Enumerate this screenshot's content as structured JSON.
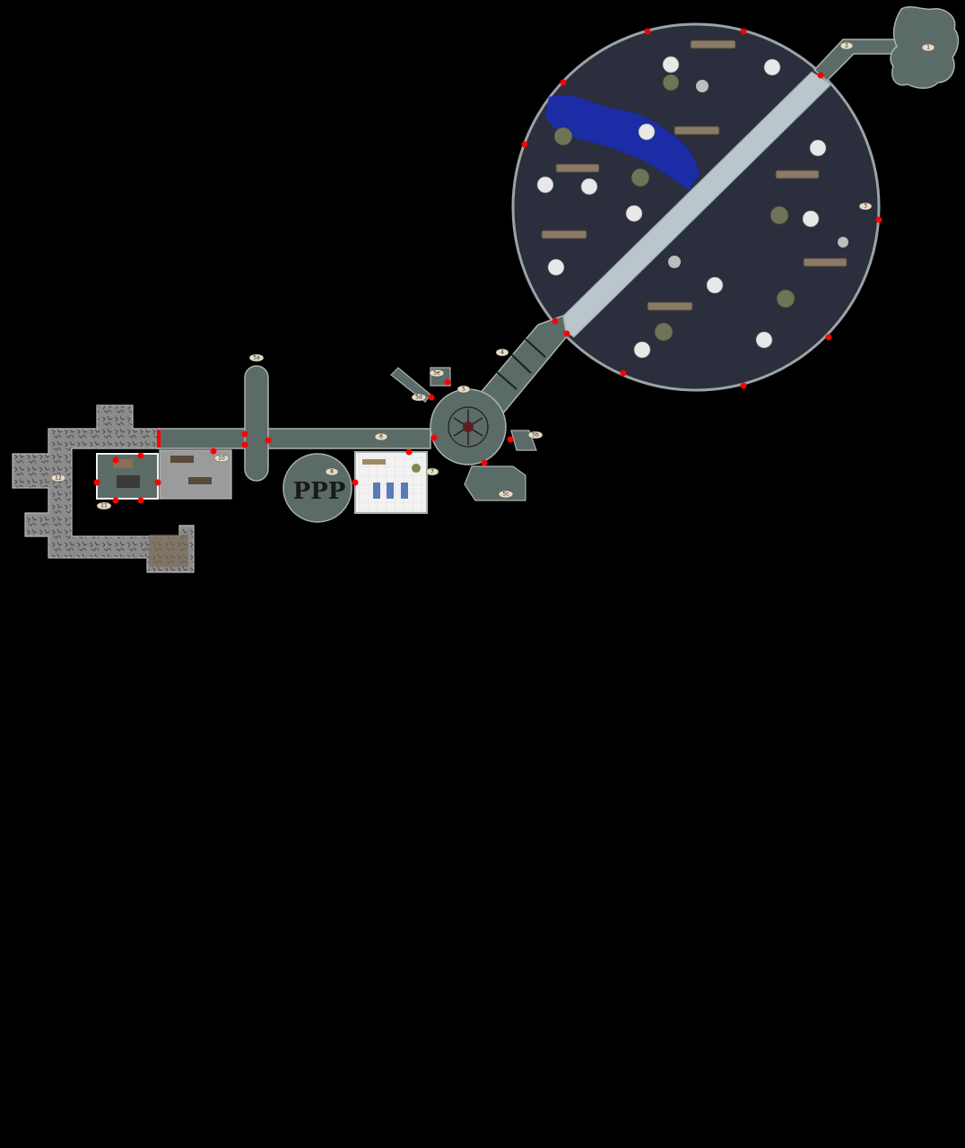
{
  "map": {
    "room_labels": [
      {
        "id": "label-1",
        "text": "1"
      },
      {
        "id": "label-2",
        "text": "2"
      },
      {
        "id": "label-3",
        "text": "3"
      },
      {
        "id": "label-4",
        "text": "4"
      },
      {
        "id": "label-5",
        "text": "5"
      },
      {
        "id": "label-5a",
        "text": "5a"
      },
      {
        "id": "label-5b",
        "text": "5b"
      },
      {
        "id": "label-5c",
        "text": "5c"
      },
      {
        "id": "label-5d",
        "text": "5d"
      },
      {
        "id": "label-5e",
        "text": "5e"
      },
      {
        "id": "label-6",
        "text": "6"
      },
      {
        "id": "label-7",
        "text": "7"
      },
      {
        "id": "label-8",
        "text": "8"
      },
      {
        "id": "label-10",
        "text": "10"
      },
      {
        "id": "label-11",
        "text": "11"
      },
      {
        "id": "label-12",
        "text": "12"
      }
    ],
    "room_8_text": "PPP",
    "colors": {
      "background": "#000000",
      "cavern_floor": "#2a2e3d",
      "cavern_edge": "#9aa3a6",
      "corridor": "#5b6b67",
      "corridor_edge": "#a9b3b0",
      "bridge": "#b9c6cc",
      "water": "#1a2ab8",
      "stone_floor": "#8a8a8a",
      "door_marker": "#ff0000"
    }
  }
}
